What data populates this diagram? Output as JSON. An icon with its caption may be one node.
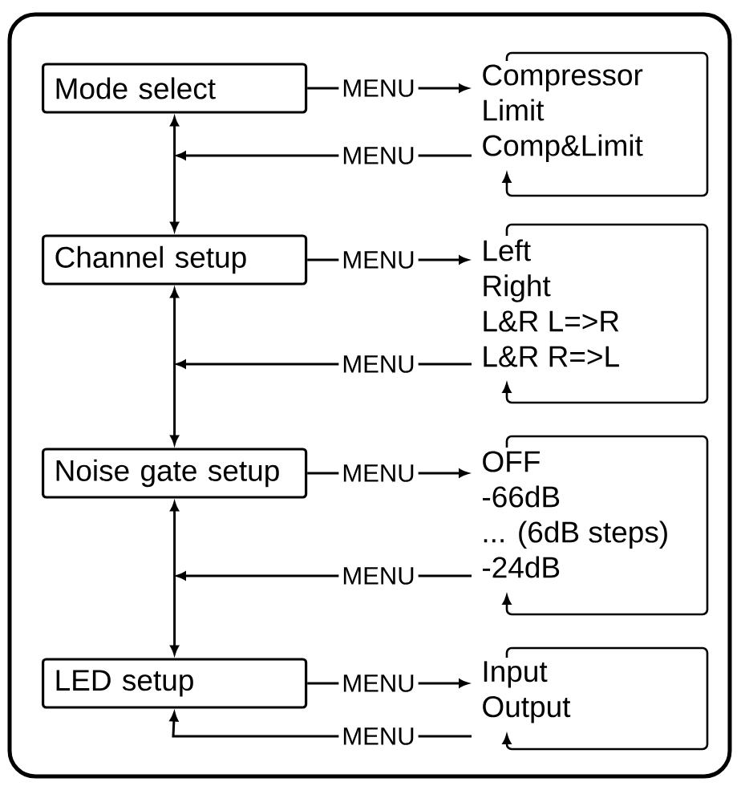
{
  "diagram": {
    "nodes": [
      {
        "text": [
          "Mode select"
        ]
      },
      {
        "text": [
          "Compressor",
          "Limit",
          "Comp&Limit"
        ]
      },
      {
        "text": [
          "Channel setup"
        ]
      },
      {
        "text": [
          "Left",
          "Right",
          "L&R L=>R",
          "L&R R=>L"
        ]
      },
      {
        "text": [
          "Noise gate setup"
        ]
      },
      {
        "text": [
          "OFF",
          "-66dB",
          "... (6dB steps)",
          "-24dB"
        ]
      },
      {
        "text": [
          "LED setup"
        ]
      },
      {
        "text": [
          "Input",
          "Output"
        ]
      }
    ],
    "edges": [
      {
        "from": 0,
        "to": 1,
        "arrow": "to",
        "label": "MENU"
      },
      {
        "from": 1,
        "to": null,
        "arrow": "to",
        "label": "MENU"
      },
      {
        "from": 0,
        "to": 2,
        "arrow": "both"
      },
      {
        "from": 2,
        "to": 3,
        "arrow": "to",
        "label": "MENU"
      },
      {
        "from": 3,
        "to": null,
        "arrow": "to",
        "label": "MENU"
      },
      {
        "from": 2,
        "to": 4,
        "arrow": "both"
      },
      {
        "from": 4,
        "to": 5,
        "arrow": "to",
        "label": "MENU"
      },
      {
        "from": 5,
        "to": null,
        "arrow": "to",
        "label": "MENU"
      },
      {
        "from": 4,
        "to": 6,
        "arrow": "both"
      },
      {
        "from": 6,
        "to": 7,
        "arrow": "to",
        "label": "MENU"
      },
      {
        "from": 7,
        "to": 6,
        "arrow": "to",
        "label": "MENU"
      }
    ]
  }
}
